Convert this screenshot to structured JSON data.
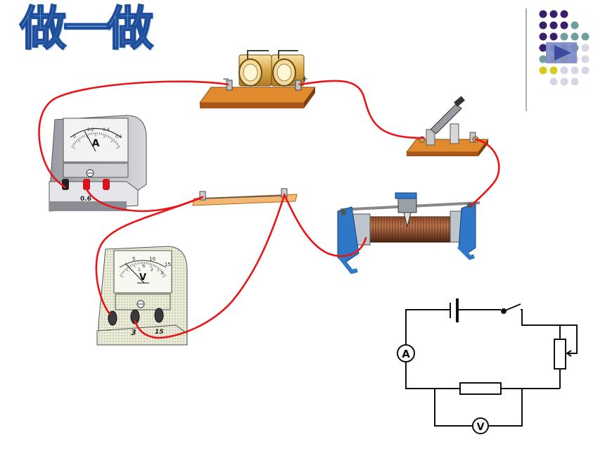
{
  "title": "做一做",
  "ammeter": {
    "symbol": "A",
    "scale": [
      "0",
      "0.2",
      "0.4",
      "0.6"
    ],
    "terminal_label": "0.6"
  },
  "voltmeter": {
    "symbol": "V",
    "scale_top": [
      "0",
      "5",
      "10",
      "15"
    ],
    "scale_bottom": [
      "1",
      "2",
      "3"
    ],
    "terminals": [
      "3",
      "15"
    ]
  },
  "schematic": {
    "ammeter_symbol": "A",
    "voltmeter_symbol": "V"
  },
  "colors": {
    "wire": "#e8161b",
    "board": "#d9751c",
    "deco_purple": "#3a1f6b",
    "deco_teal": "#6f9fa0",
    "deco_yellow": "#d3cc19",
    "deco_grey": "#d6d6e6",
    "play_box": "#7b88c8"
  }
}
